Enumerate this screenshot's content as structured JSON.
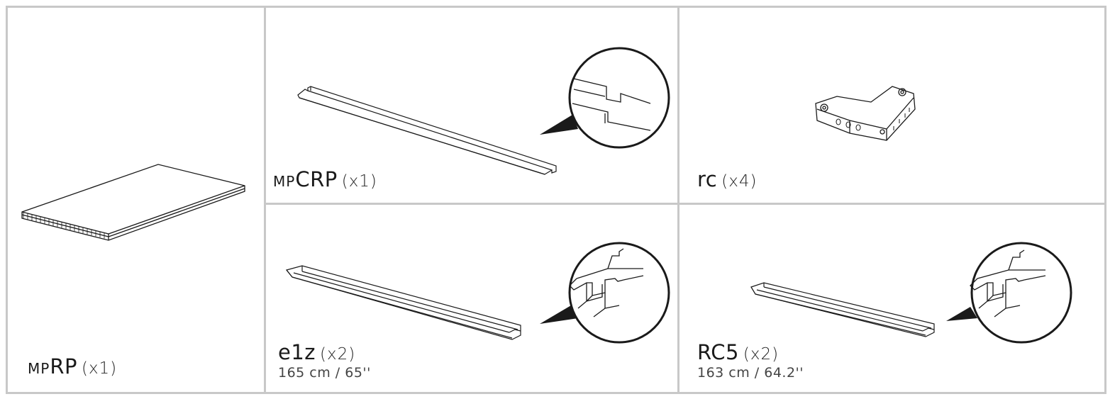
{
  "parts": {
    "mprp": {
      "prefix": "MP",
      "code": "RP",
      "qty": "(x1)"
    },
    "mpcrp": {
      "prefix": "MP",
      "code": "CRP",
      "qty": "(x1)"
    },
    "rc": {
      "prefix": "",
      "code": "rc",
      "qty": "(x4)"
    },
    "e1z": {
      "prefix": "",
      "code": "e1z",
      "qty": "(x2)",
      "dimension": "165 cm / 65''"
    },
    "rc5": {
      "prefix": "",
      "code": "RC5",
      "qty": "(x2)",
      "dimension": "163 cm / 64.2''"
    }
  },
  "colors": {
    "grid": "#c8c8c8",
    "line": "#1a1a1a"
  },
  "icons": [
    "panel-sheet-icon",
    "crp-rail-icon",
    "rc-corner-bracket-icon",
    "e1z-profile-icon",
    "rc5-profile-icon",
    "magnifier-detail-icon"
  ]
}
